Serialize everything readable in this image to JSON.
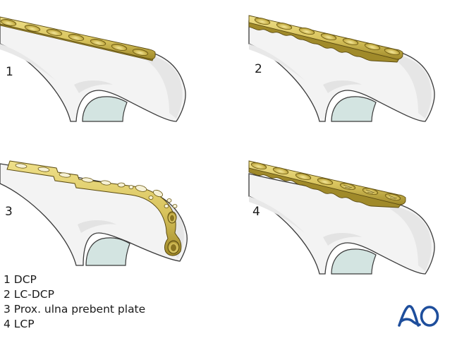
{
  "figure": {
    "panels": [
      {
        "id": 1,
        "number": "1",
        "plate": "DCP"
      },
      {
        "id": 2,
        "number": "2",
        "plate": "LC-DCP"
      },
      {
        "id": 3,
        "number": "3",
        "plate": "Prox. ulna prebent plate"
      },
      {
        "id": 4,
        "number": "4",
        "plate": "LCP"
      }
    ],
    "legend": [
      "1 DCP",
      "2 LC-DCP",
      "3 Prox. ulna prebent plate",
      "4 LCP"
    ],
    "logo": {
      "text": "AO",
      "color": "#1e4e9c"
    },
    "colors": {
      "plate_fill": "#d9c561",
      "plate_dark": "#a8922e",
      "plate_outline": "#5a4a10",
      "bone_fill": "#f3f3f3",
      "bone_shade": "#e4e4e4",
      "bone_outline": "#3a3a3a",
      "cartilage_fill": "#d3e4e1"
    }
  }
}
